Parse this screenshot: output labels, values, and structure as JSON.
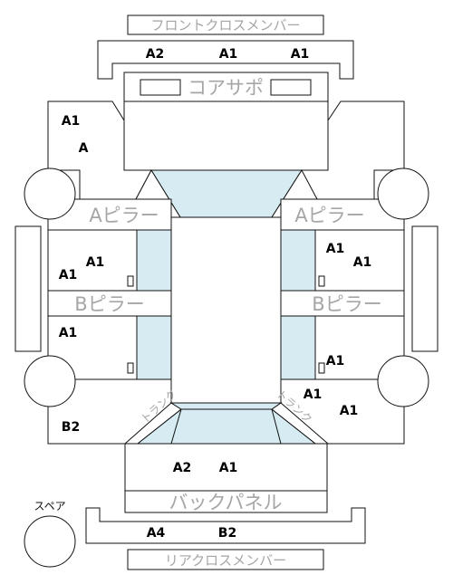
{
  "labels": {
    "front_cross_member": "フロントクロスメンバー",
    "core_support": "コアサポ",
    "a_pillar": "Aピラー",
    "b_pillar": "Bピラー",
    "back_panel": "バックパネル",
    "rear_cross_member": "リアクロスメンバー",
    "spare": "スペア",
    "trunk": "トランク"
  },
  "grades": {
    "front_cross_left": "A2",
    "front_cross_center": "A1",
    "front_cross_right": "A1",
    "left_front_upper": "A1",
    "left_front_lower": "A",
    "left_front_door_inner": "A1",
    "left_front_door_outer": "A1",
    "left_rear_door": "A1",
    "left_rear_quarter": "B2",
    "right_front_door_inner": "A1",
    "right_front_door_outer": "A1",
    "right_rear_door": "A1",
    "right_rear_upper": "A1",
    "right_rear_lower": "A1",
    "trunk_left": "A2",
    "trunk_right": "A1",
    "rear_cross_left": "A4",
    "rear_cross_right": "B2"
  },
  "colors": {
    "outline": "#111111",
    "glass": "#d6ebf2",
    "label_gray": "#a6a6a6",
    "grade_text": "#000000"
  }
}
